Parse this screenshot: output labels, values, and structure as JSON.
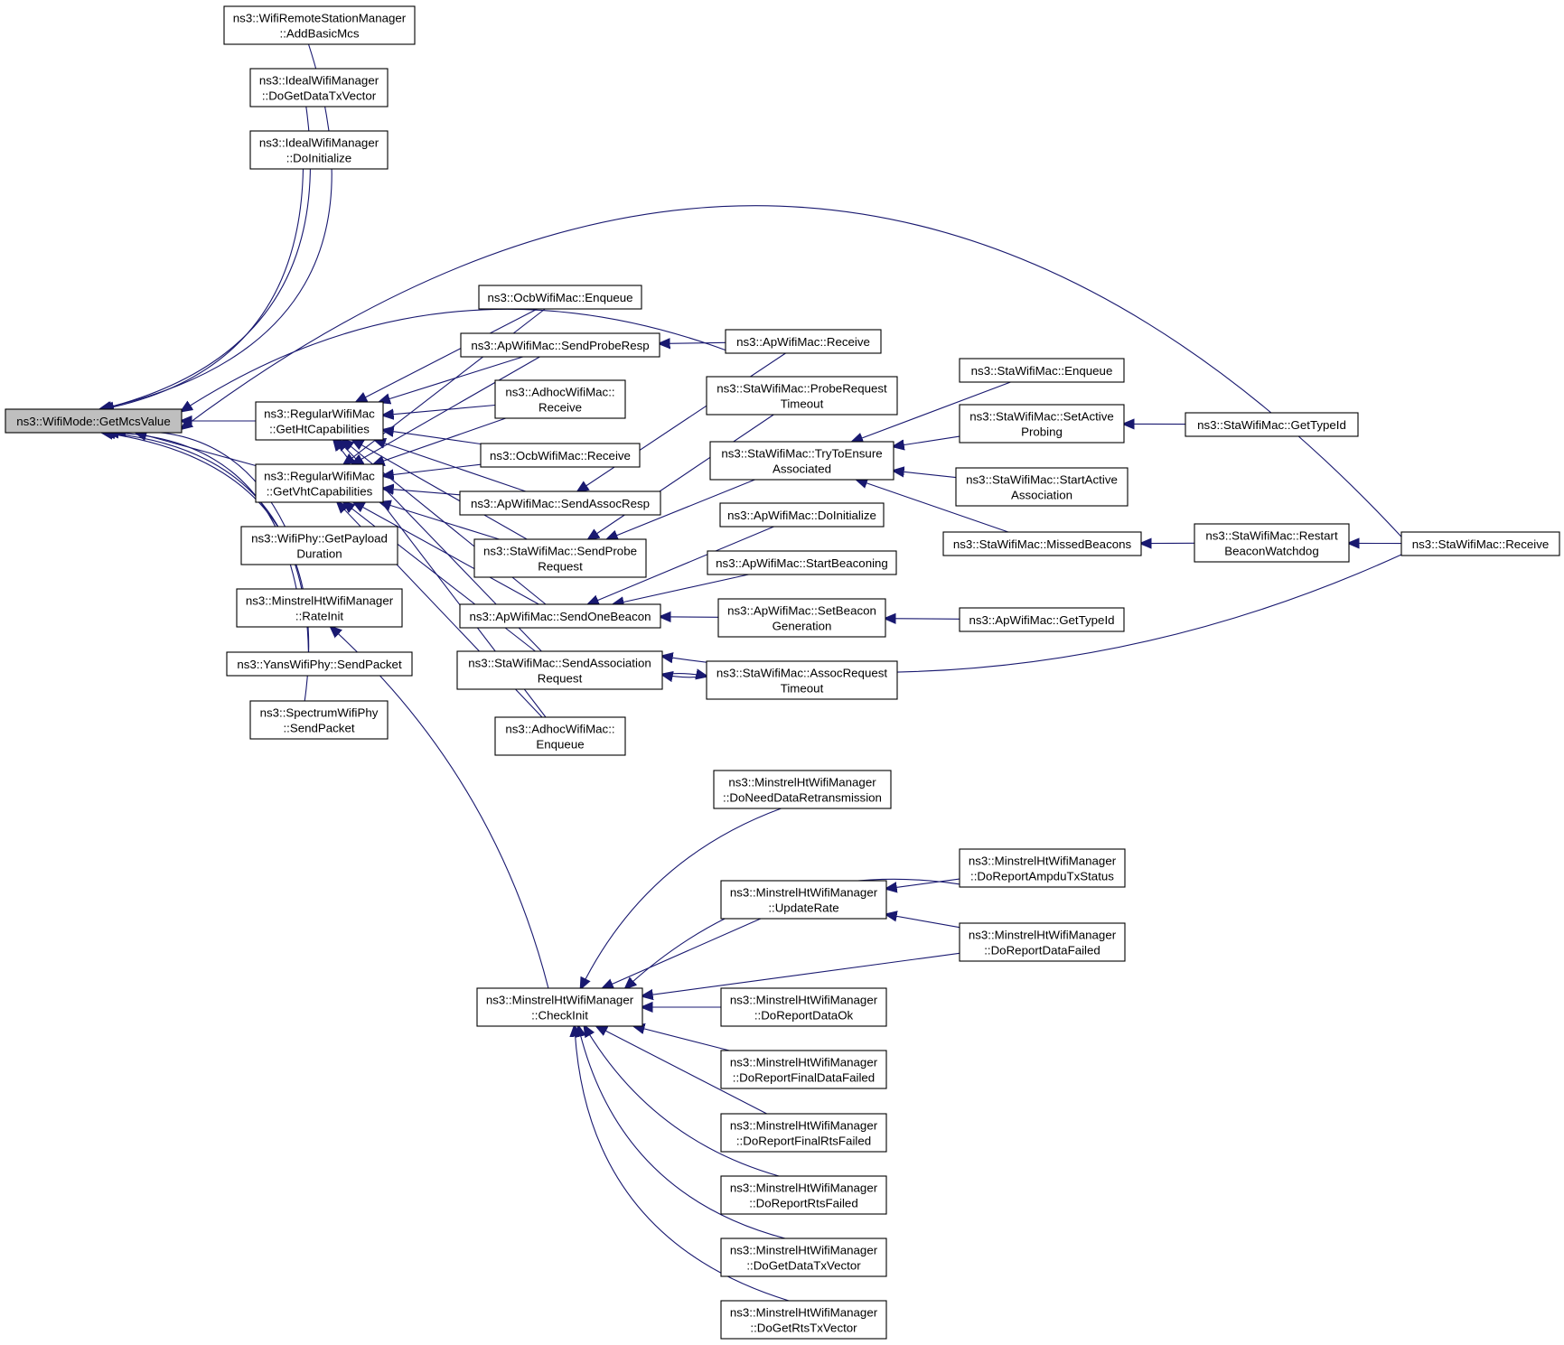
{
  "diagram": {
    "root_id": "wm_getmcs",
    "nodes": [
      {
        "id": "wm_getmcs",
        "lines": [
          "ns3::WifiMode::GetMcsValue"
        ]
      },
      {
        "id": "wrsm_addbasicmcs",
        "lines": [
          "ns3::WifiRemoteStationManager",
          "::AddBasicMcs"
        ]
      },
      {
        "id": "iwm_dogetdatatx",
        "lines": [
          "ns3::IdealWifiManager",
          "::DoGetDataTxVector"
        ]
      },
      {
        "id": "iwm_doinit",
        "lines": [
          "ns3::IdealWifiManager",
          "::DoInitialize"
        ]
      },
      {
        "id": "rwm_getht",
        "lines": [
          "ns3::RegularWifiMac",
          "::GetHtCapabilities"
        ]
      },
      {
        "id": "rwm_getvht",
        "lines": [
          "ns3::RegularWifiMac",
          "::GetVhtCapabilities"
        ]
      },
      {
        "id": "wp_getpayload",
        "lines": [
          "ns3::WifiPhy::GetPayload",
          "Duration"
        ]
      },
      {
        "id": "mhwm_rateinit",
        "lines": [
          "ns3::MinstrelHtWifiManager",
          "::RateInit"
        ]
      },
      {
        "id": "ywp_sendpacket",
        "lines": [
          "ns3::YansWifiPhy::SendPacket"
        ]
      },
      {
        "id": "swp_sendpacket",
        "lines": [
          "ns3::SpectrumWifiPhy",
          "::SendPacket"
        ]
      },
      {
        "id": "owm_enqueue",
        "lines": [
          "ns3::OcbWifiMac::Enqueue"
        ]
      },
      {
        "id": "awm_sendproberesp",
        "lines": [
          "ns3::ApWifiMac::SendProbeResp"
        ]
      },
      {
        "id": "adwm_receive",
        "lines": [
          "ns3::AdhocWifiMac::",
          "Receive"
        ]
      },
      {
        "id": "owm_receive",
        "lines": [
          "ns3::OcbWifiMac::Receive"
        ]
      },
      {
        "id": "awm_sendassocresp",
        "lines": [
          "ns3::ApWifiMac::SendAssocResp"
        ]
      },
      {
        "id": "swm_sendprobereq",
        "lines": [
          "ns3::StaWifiMac::SendProbe",
          "Request"
        ]
      },
      {
        "id": "awm_sendonebeacon",
        "lines": [
          "ns3::ApWifiMac::SendOneBeacon"
        ]
      },
      {
        "id": "swm_sendassocreq",
        "lines": [
          "ns3::StaWifiMac::SendAssociation",
          "Request"
        ]
      },
      {
        "id": "adwm_enqueue",
        "lines": [
          "ns3::AdhocWifiMac::",
          "Enqueue"
        ]
      },
      {
        "id": "awm_receive",
        "lines": [
          "ns3::ApWifiMac::Receive"
        ]
      },
      {
        "id": "swm_probereqtimeout",
        "lines": [
          "ns3::StaWifiMac::ProbeRequest",
          "Timeout"
        ]
      },
      {
        "id": "swm_trytoensure",
        "lines": [
          "ns3::StaWifiMac::TryToEnsure",
          "Associated"
        ]
      },
      {
        "id": "awm_doinit",
        "lines": [
          "ns3::ApWifiMac::DoInitialize"
        ]
      },
      {
        "id": "awm_startbeaconing",
        "lines": [
          "ns3::ApWifiMac::StartBeaconing"
        ]
      },
      {
        "id": "awm_setbeacongen",
        "lines": [
          "ns3::ApWifiMac::SetBeacon",
          "Generation"
        ]
      },
      {
        "id": "swm_assocreqtimeout",
        "lines": [
          "ns3::StaWifiMac::AssocRequest",
          "Timeout"
        ]
      },
      {
        "id": "swm_enqueue",
        "lines": [
          "ns3::StaWifiMac::Enqueue"
        ]
      },
      {
        "id": "swm_setactiveprobing",
        "lines": [
          "ns3::StaWifiMac::SetActive",
          "Probing"
        ]
      },
      {
        "id": "swm_startactiveassoc",
        "lines": [
          "ns3::StaWifiMac::StartActive",
          "Association"
        ]
      },
      {
        "id": "swm_missedbeacons",
        "lines": [
          "ns3::StaWifiMac::MissedBeacons"
        ]
      },
      {
        "id": "awm_gettypeid",
        "lines": [
          "ns3::ApWifiMac::GetTypeId"
        ]
      },
      {
        "id": "swm_gettypeid",
        "lines": [
          "ns3::StaWifiMac::GetTypeId"
        ]
      },
      {
        "id": "swm_restartbeacon",
        "lines": [
          "ns3::StaWifiMac::Restart",
          "BeaconWatchdog"
        ]
      },
      {
        "id": "swm_receive",
        "lines": [
          "ns3::StaWifiMac::Receive"
        ]
      },
      {
        "id": "mhwm_checkinit",
        "lines": [
          "ns3::MinstrelHtWifiManager",
          "::CheckInit"
        ]
      },
      {
        "id": "mhwm_doneeddataretrans",
        "lines": [
          "ns3::MinstrelHtWifiManager",
          "::DoNeedDataRetransmission"
        ]
      },
      {
        "id": "mhwm_updaterate",
        "lines": [
          "ns3::MinstrelHtWifiManager",
          "::UpdateRate"
        ]
      },
      {
        "id": "mhwm_doreportampdu",
        "lines": [
          "ns3::MinstrelHtWifiManager",
          "::DoReportAmpduTxStatus"
        ]
      },
      {
        "id": "mhwm_doreportdatafailed",
        "lines": [
          "ns3::MinstrelHtWifiManager",
          "::DoReportDataFailed"
        ]
      },
      {
        "id": "mhwm_doreportdataok",
        "lines": [
          "ns3::MinstrelHtWifiManager",
          "::DoReportDataOk"
        ]
      },
      {
        "id": "mhwm_doreportfinaldatafailed",
        "lines": [
          "ns3::MinstrelHtWifiManager",
          "::DoReportFinalDataFailed"
        ]
      },
      {
        "id": "mhwm_doreportfinalrtsfailed",
        "lines": [
          "ns3::MinstrelHtWifiManager",
          "::DoReportFinalRtsFailed"
        ]
      },
      {
        "id": "mhwm_doreportrtsfailed",
        "lines": [
          "ns3::MinstrelHtWifiManager",
          "::DoReportRtsFailed"
        ]
      },
      {
        "id": "mhwm_dogetdatatx",
        "lines": [
          "ns3::MinstrelHtWifiManager",
          "::DoGetDataTxVector"
        ]
      },
      {
        "id": "mhwm_dogetrtstx",
        "lines": [
          "ns3::MinstrelHtWifiManager",
          "::DoGetRtsTxVector"
        ]
      }
    ],
    "edges": [
      [
        "wrsm_addbasicmcs",
        "wm_getmcs"
      ],
      [
        "iwm_dogetdatatx",
        "wm_getmcs"
      ],
      [
        "iwm_doinit",
        "wm_getmcs"
      ],
      [
        "rwm_getht",
        "wm_getmcs"
      ],
      [
        "rwm_getvht",
        "wm_getmcs"
      ],
      [
        "wp_getpayload",
        "wm_getmcs"
      ],
      [
        "mhwm_rateinit",
        "wm_getmcs"
      ],
      [
        "ywp_sendpacket",
        "wm_getmcs"
      ],
      [
        "swp_sendpacket",
        "wm_getmcs"
      ],
      [
        "awm_receive",
        "wm_getmcs"
      ],
      [
        "swm_receive",
        "wm_getmcs"
      ],
      [
        "owm_enqueue",
        "rwm_getht"
      ],
      [
        "awm_sendproberesp",
        "rwm_getht"
      ],
      [
        "adwm_receive",
        "rwm_getht"
      ],
      [
        "owm_receive",
        "rwm_getht"
      ],
      [
        "awm_sendassocresp",
        "rwm_getht"
      ],
      [
        "swm_sendprobereq",
        "rwm_getht"
      ],
      [
        "awm_sendonebeacon",
        "rwm_getht"
      ],
      [
        "swm_sendassocreq",
        "rwm_getht"
      ],
      [
        "adwm_enqueue",
        "rwm_getht"
      ],
      [
        "owm_enqueue",
        "rwm_getvht"
      ],
      [
        "awm_sendproberesp",
        "rwm_getvht"
      ],
      [
        "adwm_receive",
        "rwm_getvht"
      ],
      [
        "owm_receive",
        "rwm_getvht"
      ],
      [
        "awm_sendassocresp",
        "rwm_getvht"
      ],
      [
        "swm_sendprobereq",
        "rwm_getvht"
      ],
      [
        "awm_sendonebeacon",
        "rwm_getvht"
      ],
      [
        "swm_sendassocreq",
        "rwm_getvht"
      ],
      [
        "adwm_enqueue",
        "rwm_getvht"
      ],
      [
        "mhwm_checkinit",
        "mhwm_rateinit"
      ],
      [
        "awm_receive",
        "awm_sendproberesp"
      ],
      [
        "awm_receive",
        "awm_sendassocresp"
      ],
      [
        "swm_probereqtimeout",
        "swm_sendprobereq"
      ],
      [
        "swm_trytoensure",
        "swm_sendprobereq"
      ],
      [
        "awm_doinit",
        "awm_sendonebeacon"
      ],
      [
        "awm_startbeaconing",
        "awm_sendonebeacon"
      ],
      [
        "awm_setbeacongen",
        "awm_sendonebeacon"
      ],
      [
        "swm_assocreqtimeout",
        "swm_sendassocreq"
      ],
      [
        "swm_sendassocreq",
        "swm_assocreqtimeout"
      ],
      [
        "swm_receive",
        "swm_sendassocreq"
      ],
      [
        "swm_enqueue",
        "swm_trytoensure"
      ],
      [
        "swm_setactiveprobing",
        "swm_trytoensure"
      ],
      [
        "swm_startactiveassoc",
        "swm_trytoensure"
      ],
      [
        "swm_missedbeacons",
        "swm_trytoensure"
      ],
      [
        "awm_gettypeid",
        "awm_setbeacongen"
      ],
      [
        "swm_gettypeid",
        "swm_setactiveprobing"
      ],
      [
        "swm_restartbeacon",
        "swm_missedbeacons"
      ],
      [
        "swm_receive",
        "swm_restartbeacon"
      ],
      [
        "mhwm_doneeddataretrans",
        "mhwm_checkinit"
      ],
      [
        "mhwm_doreportampdu",
        "mhwm_checkinit"
      ],
      [
        "mhwm_updaterate",
        "mhwm_checkinit"
      ],
      [
        "mhwm_doreportdatafailed",
        "mhwm_checkinit"
      ],
      [
        "mhwm_doreportdataok",
        "mhwm_checkinit"
      ],
      [
        "mhwm_doreportfinaldatafailed",
        "mhwm_checkinit"
      ],
      [
        "mhwm_doreportfinalrtsfailed",
        "mhwm_checkinit"
      ],
      [
        "mhwm_doreportrtsfailed",
        "mhwm_checkinit"
      ],
      [
        "mhwm_dogetdatatx",
        "mhwm_checkinit"
      ],
      [
        "mhwm_dogetrtstx",
        "mhwm_checkinit"
      ],
      [
        "mhwm_doreportampdu",
        "mhwm_updaterate"
      ],
      [
        "mhwm_doreportdatafailed",
        "mhwm_updaterate"
      ]
    ],
    "colors": {
      "edge": "#191970",
      "root_fill": "#bfbfbf",
      "node_fill": "#ffffff",
      "node_border": "#000000"
    }
  }
}
